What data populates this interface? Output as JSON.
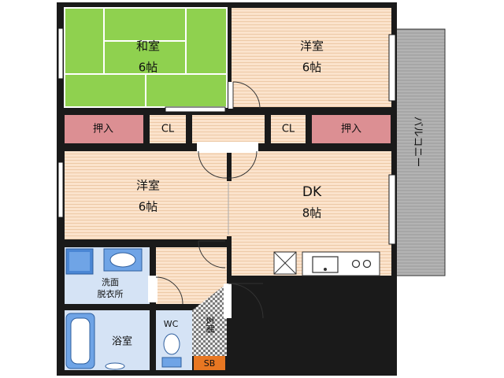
{
  "rooms": {
    "washitsu": {
      "name": "和室",
      "size": "6帖"
    },
    "youshitsu_ne": {
      "name": "洋室",
      "size": "6帖"
    },
    "youshitsu_w": {
      "name": "洋室",
      "size": "6帖"
    },
    "dk": {
      "name": "DK",
      "size": "8帖"
    }
  },
  "storage": {
    "oshiire_left": "押入",
    "oshiire_right": "押入",
    "cl_left": "CL",
    "cl_right": "CL"
  },
  "wet": {
    "senmen_line1": "洗面",
    "senmen_line2": "脱衣所",
    "yokushitsu": "浴室",
    "wc": "WC"
  },
  "genkan": "玄関",
  "sb": "SB",
  "balcony": "バルコニー",
  "colors": {
    "tatami": "#8fd14f",
    "wood_floor": "#fbe3cc",
    "wet_floor": "#d5e3f5",
    "oshiire": "#dc8f93",
    "balcony": "#b5b5b5",
    "wall": "#1a1a1a",
    "sb": "#e87722"
  }
}
